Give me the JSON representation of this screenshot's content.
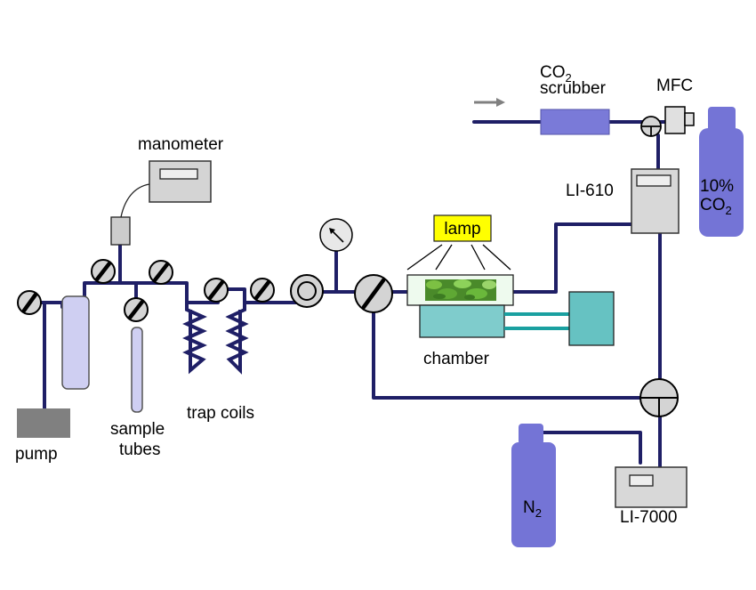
{
  "labels": {
    "co2_scrubber_main": "CO",
    "co2_scrubber_sub": "2",
    "co2_scrubber_line2": "scrubber",
    "mfc": "MFC",
    "manometer": "manometer",
    "li610": "LI-610",
    "co2_tank_line1": "10%",
    "co2_tank_main": "CO",
    "co2_tank_sub": "2",
    "lamp": "lamp",
    "chamber": "chamber",
    "pump": "pump",
    "sample_tubes_line1": "sample",
    "sample_tubes_line2": "tubes",
    "trap_coils": "trap coils",
    "n2_main": "N",
    "n2_sub": "2",
    "li7000": "LI-7000"
  },
  "colors": {
    "pipe": "#1f1f66",
    "gas_cylinder": "#7474d6",
    "scrubber": "#7a7ad8",
    "lamp": "#ffff00",
    "chamber": "#7fcccc",
    "chamber_lines": "#1aa0a0",
    "controller": "#66c2c2",
    "pump": "#808080",
    "device_gray": "#d8d8d8",
    "tube_fill": "#cfcff2",
    "flow_arrow": "#808080"
  }
}
